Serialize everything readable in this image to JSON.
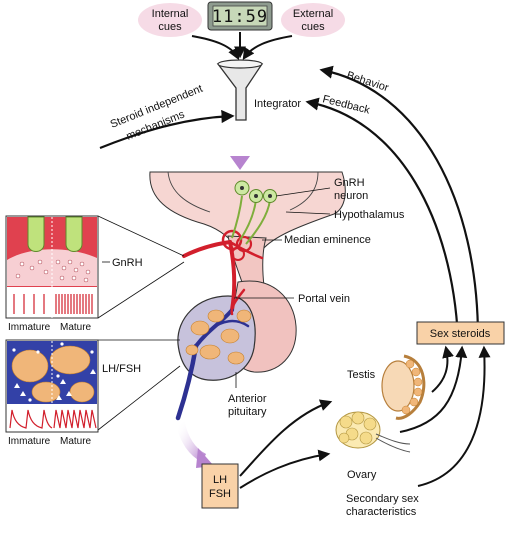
{
  "cues": {
    "internal": [
      "Internal",
      "cues"
    ],
    "external": [
      "External",
      "cues"
    ],
    "clock_display": "11:59"
  },
  "labels": {
    "integrator": "Integrator",
    "steroid_independent": [
      "Steroid independent",
      "mechanisms"
    ],
    "behavior": "Behavior",
    "feedback": "Feedback",
    "gnrh_neuron": [
      "GnRH",
      "neuron"
    ],
    "hypothalamus": "Hypothalamus",
    "median_eminence": "Median eminence",
    "gnrh": "GnRH",
    "portal_vein": "Portal vein",
    "lh_fsh_inset": "LH/FSH",
    "anterior_pituitary": [
      "Anterior",
      "pituitary"
    ],
    "testis": "Testis",
    "ovary": "Ovary",
    "secondary_sex": [
      "Secondary sex",
      "characteristics"
    ],
    "immature_top": "Immature",
    "mature_top": "Mature",
    "immature_bottom": "Immature",
    "mature_bottom": "Mature"
  },
  "boxes": {
    "sex_steroids": "Sex steroids",
    "lh_fsh": [
      "LH",
      "FSH"
    ]
  },
  "colors": {
    "box_fill": "#f9d2a8",
    "arrow_purple": "#b784cf",
    "tissue_pink": "#f3c7c2",
    "vessel_red": "#d21f2c",
    "vessel_blue": "#3c3f9a",
    "inset_red": "#e0414f",
    "inset_blue": "#3341a7",
    "gland_orange": "#f0b679",
    "nucleus_green": "#bfe27c"
  }
}
